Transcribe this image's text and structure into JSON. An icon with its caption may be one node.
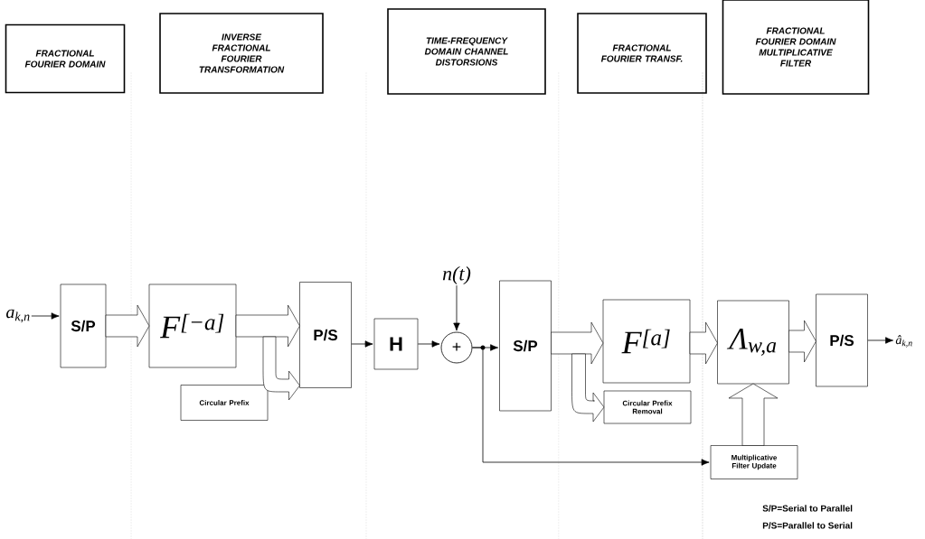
{
  "diagram": {
    "nodes": [
      {
        "text": [
          "FRACTIONAL FOURIER DOMAIN"
        ]
      },
      {
        "text": [
          "INVERSE FRACTIONAL FOURIER TRANSFORMATION"
        ]
      },
      {
        "text": [
          "TIME-FREQUENCY DOMAIN CHANNEL DISTORSIONS"
        ]
      },
      {
        "text": [
          "FRACTIONAL FOURIER TRANSF."
        ]
      },
      {
        "text": [
          "FRACTIONAL FOURIER DOMAIN MULTIPLICATIVE FILTER"
        ]
      },
      {
        "text": [
          "a$_{k,n}$"
        ]
      },
      {
        "text": [
          "S/P"
        ]
      },
      {
        "text": [
          "F$^{[−a]}$"
        ]
      },
      {
        "text": [
          "P/S"
        ]
      },
      {
        "text": [
          "Circular Prefix"
        ]
      },
      {
        "text": [
          "H"
        ]
      },
      {
        "text": [
          "n(t)"
        ]
      },
      {
        "text": [
          "+"
        ]
      },
      {
        "text": [
          "S/P"
        ]
      },
      {
        "text": [
          "F$^{[a]}$"
        ]
      },
      {
        "text": [
          "Circular Prefix Removal"
        ]
      },
      {
        "text": [
          "Λ$_{w,a}$"
        ]
      },
      {
        "text": [
          "P/S"
        ]
      },
      {
        "text": [
          "â$_{k,n}$"
        ]
      },
      {
        "text": [
          "Multiplicative Filter Update"
        ]
      }
    ],
    "edges": [
      {
        "from": 5,
        "to": 6,
        "arrow": "to"
      },
      {
        "from": 6,
        "to": 7,
        "arrow": "to",
        "style": "thick"
      },
      {
        "from": 7,
        "to": 8,
        "arrow": "to",
        "style": "thick"
      },
      {
        "from": 7,
        "to": 8,
        "arrow": "to",
        "style": "thick"
      },
      {
        "from": 8,
        "to": 10,
        "arrow": "to"
      },
      {
        "from": 10,
        "to": 12,
        "arrow": "to"
      },
      {
        "from": 11,
        "to": 12,
        "arrow": "to"
      },
      {
        "from": 12,
        "to": 13,
        "arrow": "to"
      },
      {
        "from": 12,
        "to": 19,
        "arrow": "to"
      },
      {
        "from": 13,
        "to": 14,
        "arrow": "to",
        "style": "thick"
      },
      {
        "from": 13,
        "to": 15,
        "arrow": "to",
        "style": "thick"
      },
      {
        "from": 14,
        "to": 16,
        "arrow": "to",
        "style": "thick"
      },
      {
        "from": 16,
        "to": 17,
        "arrow": "to",
        "style": "thick"
      },
      {
        "from": 19,
        "to": 16,
        "arrow": "to",
        "style": "thick"
      },
      {
        "from": 17,
        "to": 18,
        "arrow": "to"
      }
    ],
    "labels": [
      "S/P=Serial to Parallel",
      "P/S=Parallel to Serial"
    ]
  }
}
